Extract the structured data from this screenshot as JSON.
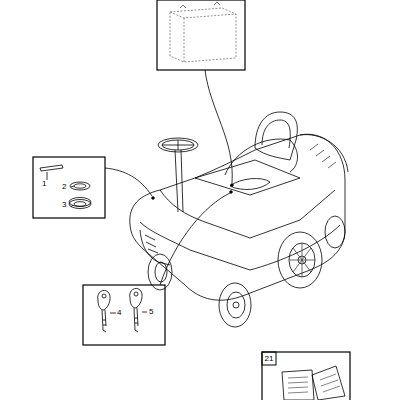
{
  "diagram": {
    "labels": [
      "1",
      "2",
      "3",
      "4",
      "5",
      "21"
    ]
  }
}
